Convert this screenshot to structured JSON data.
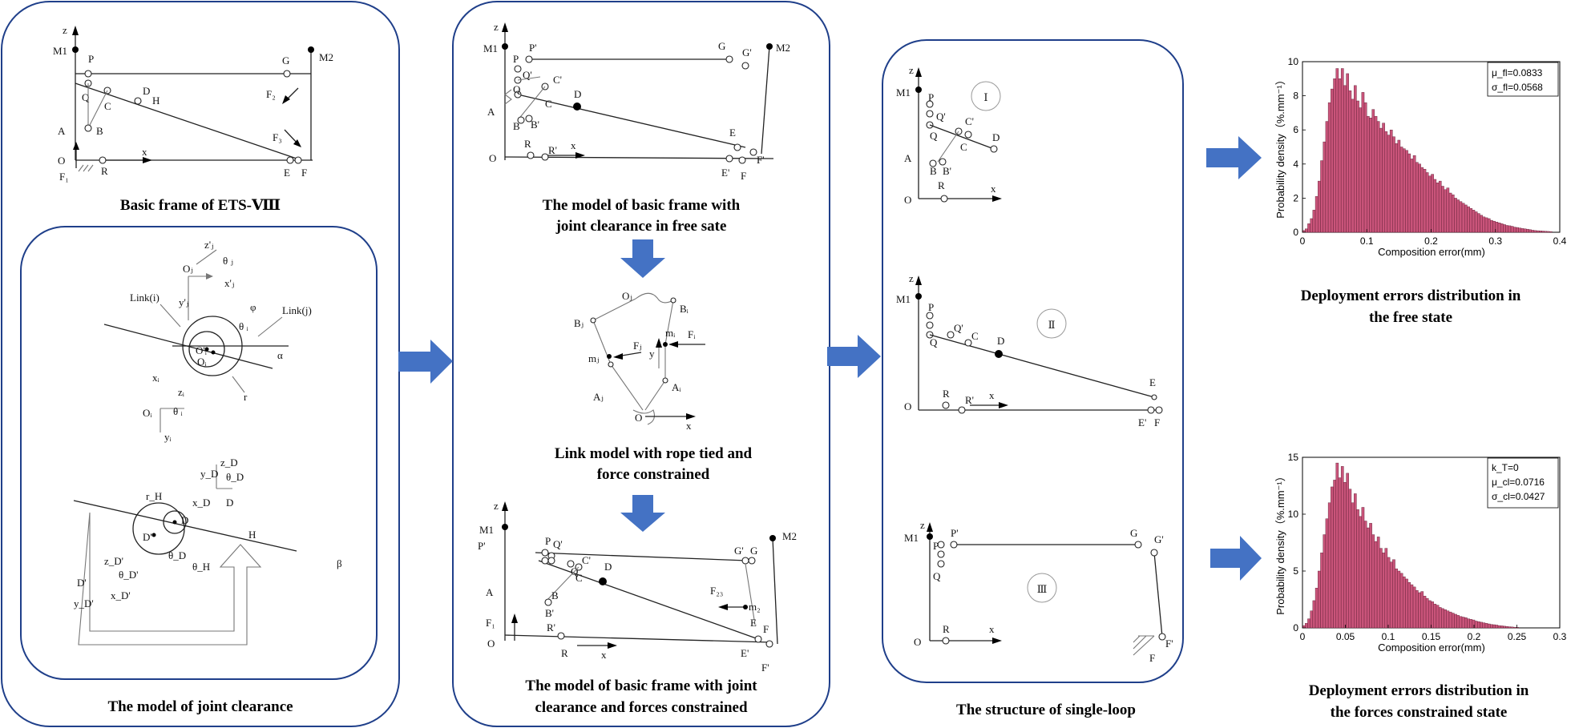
{
  "captions": {
    "p1_top": "Basic frame of ETS-Ⅷ",
    "p1_bottom": "The model of joint clearance",
    "p2_top_l1": "The model of basic frame with",
    "p2_top_l2": "joint clearance in free sate",
    "p2_mid_l1": "Link model with rope tied and",
    "p2_mid_l2": "force constrained",
    "p2_bot_l1": "The model of basic frame with joint",
    "p2_bot_l2": "clearance and forces constrained",
    "p3": "The structure of single-loop",
    "h1_l1": "Deployment errors distribution in",
    "h1_l2": "the free state",
    "h2_l1": "Deployment errors distribution in",
    "h2_l2": "the forces constrained state"
  },
  "frame_labels": {
    "z": "z",
    "x": "x",
    "M1": "M1",
    "M2": "M2",
    "O": "O",
    "P": "P",
    "Q": "Q",
    "C": "C",
    "D": "D",
    "H": "H",
    "A": "A",
    "B": "B",
    "R": "R",
    "G": "G",
    "E": "E",
    "F": "F",
    "F1": "F₁",
    "F2": "F₂",
    "F3": "F₃",
    "Pp": "P'",
    "Qp": "Q'",
    "Cp": "C'",
    "Bp": "B'",
    "Rp": "R'",
    "Gp": "G'",
    "Ep": "E'",
    "Fp": "F'",
    "F23": "F₂₃",
    "m2": "m₂"
  },
  "clearance_labels": {
    "link_i": "Link(i)",
    "link_j": "Link(j)",
    "Oj": "Oⱼ",
    "zj": "z'ⱼ",
    "xj": "x'ⱼ",
    "yj": "y'ⱼ",
    "theta_j": "θ ⱼ",
    "Opi": "O'ᵢ",
    "Oi_c": "Oᵢ",
    "theta_i": "θ ᵢ",
    "phi": "φ",
    "alpha": "α",
    "r": "r",
    "Oi": "Oᵢ",
    "xi": "xᵢ",
    "zi": "zᵢ",
    "yi": "yᵢ",
    "zD": "z_D",
    "yD": "y_D",
    "xD": "x_D",
    "thetaD": "θ_D",
    "D": "D",
    "Dp": "D'",
    "rH": "r_H",
    "H": "H",
    "thetaDv": "θ_D",
    "thetaH": "θ_H",
    "zDp": "z_D'",
    "thetaDp": "θ_D'",
    "xDp": "x_D'",
    "yDp": "y_D'",
    "beta": "β"
  },
  "link_labels": {
    "Oj": "Oⱼ",
    "Bj": "Bⱼ",
    "Bi": "Bᵢ",
    "mj": "mⱼ",
    "Fj": "Fⱼ",
    "mi": "mᵢ",
    "Fi": "Fᵢ",
    "y": "y",
    "Aj": "Aⱼ",
    "Ai": "Aᵢ",
    "O": "O",
    "x": "x"
  },
  "loop_labels": {
    "I": "Ⅰ",
    "II": "Ⅱ",
    "III": "Ⅲ"
  },
  "chart_data": [
    {
      "type": "bar",
      "title": "",
      "xlabel": "Composition error(mm)",
      "ylabel": "Probability density（%.mm⁻¹）",
      "xlim": [
        0,
        0.4
      ],
      "ylim": [
        0,
        10
      ],
      "xticks": [
        "0",
        "0.1",
        "0.2",
        "0.3",
        "0.4"
      ],
      "yticks": [
        "0",
        "2",
        "4",
        "6",
        "8",
        "10"
      ],
      "legend": [
        "μ_fl=0.0833",
        "σ_fl=0.0568"
      ],
      "legend_position": "top-right",
      "color": "#c9547a",
      "bin_width": 0.004,
      "x_start": 0.0,
      "values": [
        0.1,
        0.2,
        0.5,
        0.8,
        1.3,
        2.1,
        3.0,
        4.2,
        5.3,
        6.5,
        7.6,
        8.4,
        9.0,
        9.6,
        9.0,
        9.6,
        8.6,
        9.3,
        8.3,
        7.8,
        8.6,
        7.7,
        7.3,
        8.2,
        7.6,
        6.8,
        6.7,
        7.2,
        6.8,
        6.5,
        6.1,
        6.4,
        5.9,
        5.7,
        6.0,
        5.6,
        5.2,
        5.4,
        5.0,
        4.9,
        4.8,
        4.6,
        4.3,
        4.5,
        4.1,
        4.0,
        3.8,
        3.7,
        3.5,
        3.3,
        3.4,
        3.1,
        2.9,
        3.0,
        2.7,
        2.5,
        2.6,
        2.3,
        2.2,
        2.0,
        1.9,
        1.8,
        1.7,
        1.6,
        1.5,
        1.4,
        1.3,
        1.2,
        1.1,
        1.0,
        0.9,
        0.85,
        0.8,
        0.7,
        0.65,
        0.6,
        0.55,
        0.5,
        0.45,
        0.4,
        0.38,
        0.35,
        0.3,
        0.28,
        0.25,
        0.22,
        0.2,
        0.18,
        0.15,
        0.12,
        0.1,
        0.09,
        0.08,
        0.07,
        0.06,
        0.05,
        0.04
      ]
    },
    {
      "type": "bar",
      "title": "",
      "xlabel": "Composition error(mm)",
      "ylabel": "Probability density（%.mm⁻¹）",
      "xlim": [
        0,
        0.3
      ],
      "ylim": [
        0,
        15
      ],
      "xticks": [
        "0",
        "0.05",
        "0.1",
        "0.15",
        "0.2",
        "0.25",
        "0.3"
      ],
      "yticks": [
        "0",
        "5",
        "10",
        "15"
      ],
      "legend": [
        "k_T=0",
        "μ_cl=0.0716",
        "σ_cl=0.0427"
      ],
      "legend_position": "top-right",
      "color": "#c9547a",
      "bin_width": 0.003,
      "x_start": 0.0,
      "values": [
        0.2,
        0.4,
        0.8,
        1.5,
        2.4,
        3.5,
        5.0,
        6.6,
        8.2,
        9.6,
        11.0,
        12.4,
        13.0,
        14.5,
        13.2,
        14.2,
        12.8,
        13.6,
        12.2,
        11.0,
        11.8,
        10.4,
        9.8,
        10.6,
        9.4,
        8.8,
        9.2,
        8.2,
        7.6,
        8.0,
        7.0,
        6.6,
        7.0,
        6.2,
        5.8,
        6.0,
        5.2,
        5.0,
        4.8,
        4.5,
        4.3,
        4.0,
        3.8,
        3.6,
        3.3,
        3.1,
        3.2,
        2.8,
        2.6,
        2.4,
        2.3,
        2.1,
        2.0,
        1.8,
        1.7,
        1.6,
        1.5,
        1.4,
        1.3,
        1.2,
        1.1,
        1.0,
        0.95,
        0.9,
        0.8,
        0.75,
        0.7,
        0.6,
        0.55,
        0.5,
        0.45,
        0.4,
        0.35,
        0.3,
        0.28,
        0.25,
        0.2,
        0.18,
        0.15,
        0.12,
        0.1,
        0.08,
        0.06,
        0.05
      ]
    }
  ]
}
